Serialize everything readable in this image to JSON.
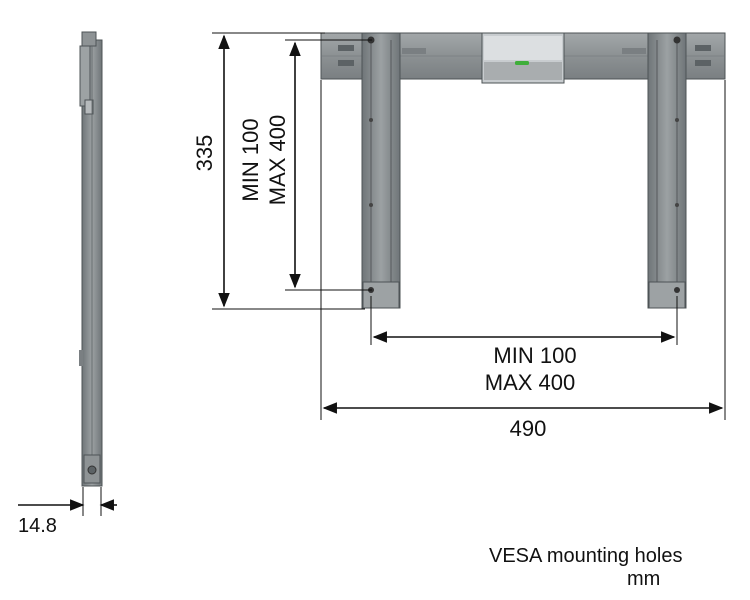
{
  "dimensions": {
    "height_total": "335",
    "vertical_hole_spacing": {
      "min": "MIN 100",
      "max": "MAX 400"
    },
    "horizontal_hole_spacing": {
      "min": "MIN 100",
      "max": "MAX 400"
    },
    "width_total": "490",
    "depth": "14.8"
  },
  "caption": {
    "line1": "VESA mounting holes",
    "line2": "mm"
  },
  "colors": {
    "bracket_fill": "#8e9395",
    "bracket_edge": "#4d5356",
    "bracket_light": "#b6babc",
    "level_window": "#c8cccf",
    "level_bubble": "#3fae3a",
    "dimension_line": "#111111"
  }
}
